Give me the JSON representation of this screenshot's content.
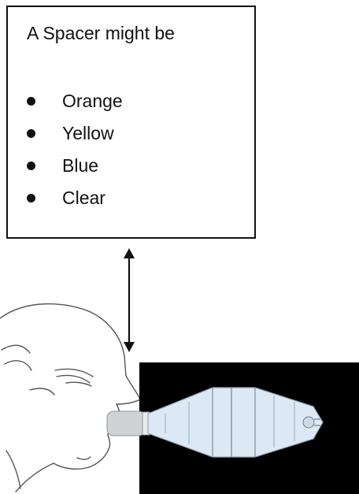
{
  "textbox": {
    "title": "A Spacer might be",
    "items": [
      "Orange",
      "Yellow",
      "Blue",
      "Clear"
    ]
  },
  "illustration": {
    "description_icon": "person-using-spacer-icon",
    "background_color": "#000000",
    "spacer_color": "#dce9f5"
  },
  "arrow": {
    "icon": "double-headed-arrow-icon"
  }
}
